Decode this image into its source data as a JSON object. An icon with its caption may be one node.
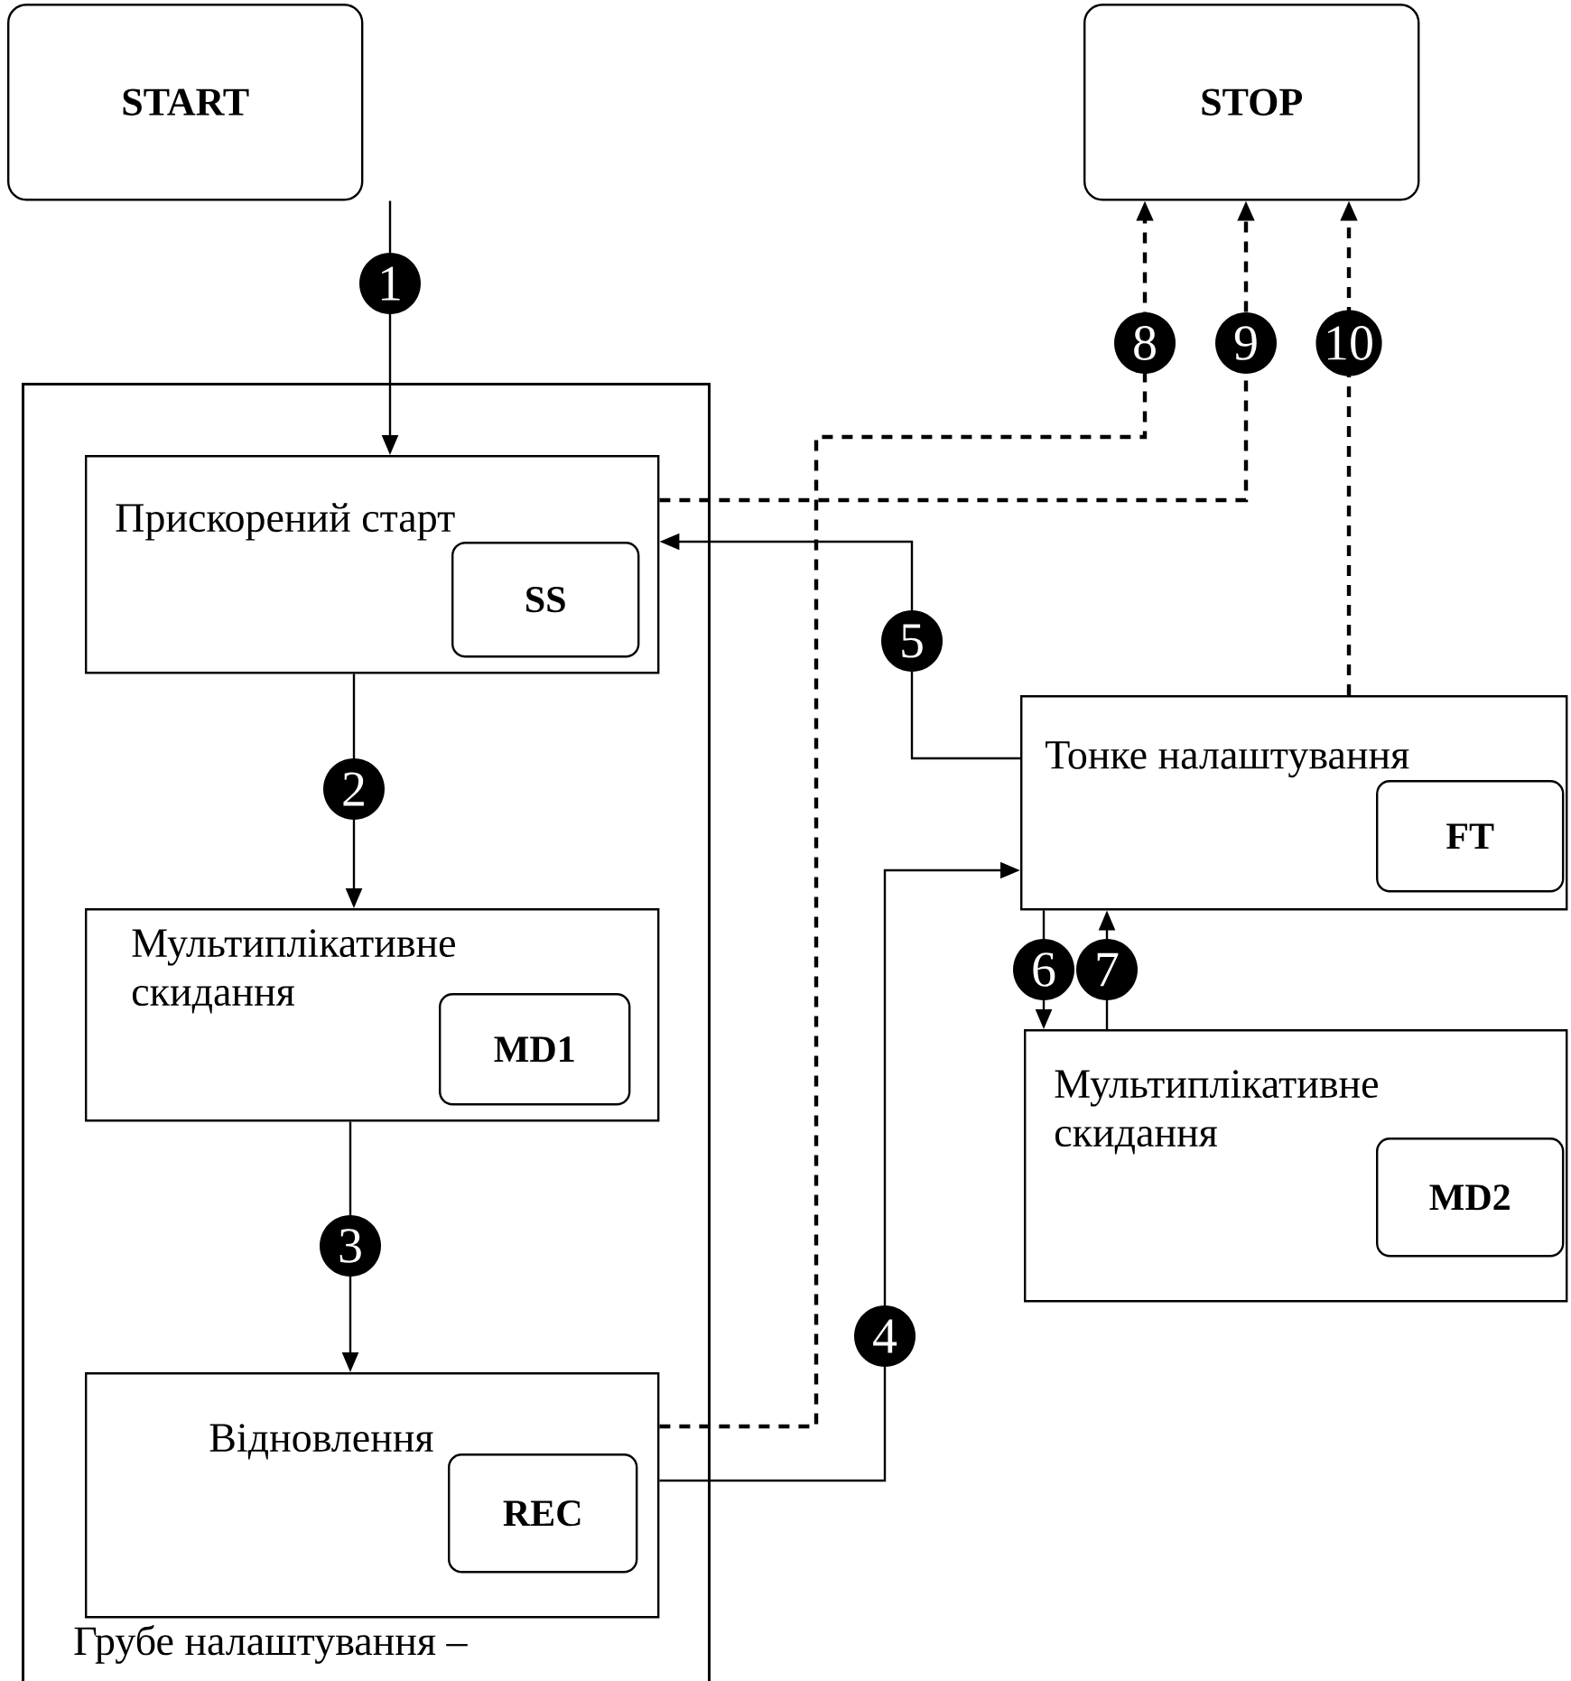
{
  "diagram": {
    "nodes": [
      {
        "text": [
          "START"
        ]
      },
      {
        "text": [
          "STOP"
        ]
      },
      {
        "text": [
          "Грубе налаштування –"
        ]
      },
      {
        "text": [
          "Прискорений старт"
        ],
        "in": 2
      },
      {
        "text": [
          "SS"
        ],
        "in": 3
      },
      {
        "text": [
          "Мультиплікативне скидання"
        ],
        "in": 2
      },
      {
        "text": [
          "MD1"
        ],
        "in": 5
      },
      {
        "text": [
          "Відновлення"
        ],
        "in": 2
      },
      {
        "text": [
          "REC"
        ],
        "in": 7
      },
      {
        "text": [
          "Тонке налаштування"
        ]
      },
      {
        "text": [
          "FT"
        ],
        "in": 9
      },
      {
        "text": [
          "Мультиплікативне скидання"
        ]
      },
      {
        "text": [
          "MD2"
        ],
        "in": 11
      }
    ],
    "edges": [
      {
        "from": 0,
        "to": 3,
        "arrow": "to",
        "label": "1"
      },
      {
        "from": 3,
        "to": 5,
        "arrow": "to",
        "label": "2"
      },
      {
        "from": 5,
        "to": 7,
        "arrow": "to",
        "label": "3"
      },
      {
        "from": 7,
        "to": 9,
        "arrow": "to",
        "label": "4"
      },
      {
        "from": 9,
        "to": 3,
        "arrow": "to",
        "label": "5"
      },
      {
        "from": 9,
        "to": 11,
        "arrow": "to",
        "label": "6"
      },
      {
        "from": 11,
        "to": 9,
        "arrow": "to",
        "label": "7"
      },
      {
        "from": 7,
        "to": 1,
        "arrow": "to",
        "label": "8",
        "style": "dashed"
      },
      {
        "from": 3,
        "to": 1,
        "arrow": "to",
        "label": "9",
        "style": "dashed"
      },
      {
        "from": 9,
        "to": 1,
        "arrow": "to",
        "label": "10",
        "style": "dashed"
      }
    ]
  }
}
